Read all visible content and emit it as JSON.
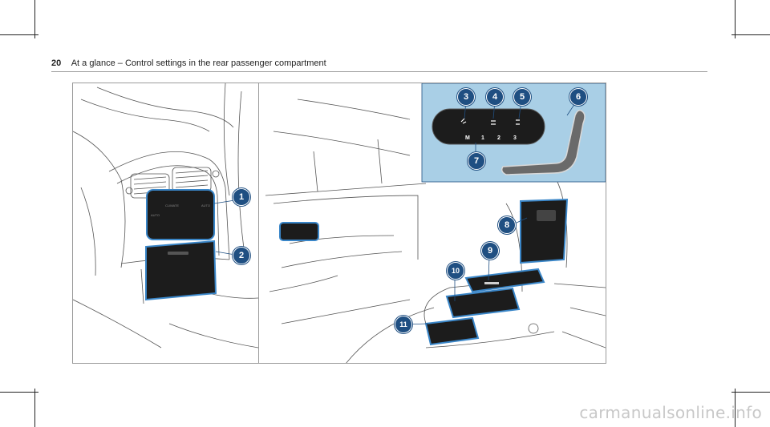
{
  "page": {
    "number": "20",
    "title": "At a glance – Control settings in the rear passenger compartment"
  },
  "figure": {
    "inset_bg": "#a9cfe6",
    "accent": "#1f4f82",
    "inset_button_labels": [
      "M",
      "1",
      "2",
      "3"
    ],
    "callouts": [
      "1",
      "2",
      "3",
      "4",
      "5",
      "6",
      "7",
      "8",
      "9",
      "10",
      "11"
    ]
  },
  "watermark": "carmanualsonline.info"
}
